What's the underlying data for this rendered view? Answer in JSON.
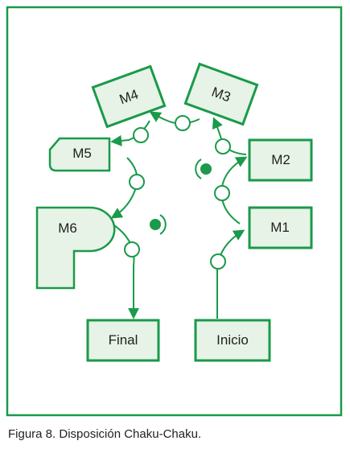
{
  "diagram": {
    "colors": {
      "stroke": "#1a9a4a",
      "fill": "#e6f3e6",
      "dot": "#1a9a4a"
    },
    "stations": {
      "m1": "M1",
      "m2": "M2",
      "m3": "M3",
      "m4": "M4",
      "m5": "M5",
      "m6": "M6",
      "final": "Final",
      "inicio": "Inicio"
    }
  },
  "caption": "Figura 8. Disposición Chaku-Chaku."
}
